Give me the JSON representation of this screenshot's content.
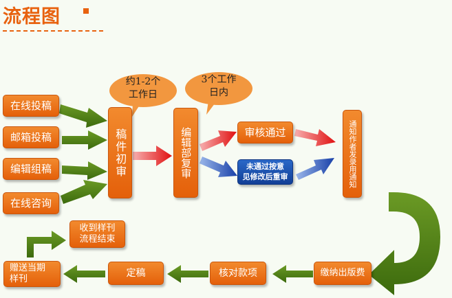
{
  "title": "流程图",
  "colors": {
    "orange": "#e8620f",
    "green_arrow": "#4a7a14",
    "red_arrow": "#e21b1b",
    "blue_arrow": "#1e4fb0"
  },
  "sources": [
    "在线投稿",
    "邮箱投稿",
    "编辑组稿",
    "在线咨询"
  ],
  "initial_review": "稿件初审",
  "bubble_1": "约1-2个\n工作日",
  "bubble_2": "3个工作\n日内",
  "re_review": "编辑部复审",
  "pass": "审核通过",
  "fail": "未通过按意\n见修改后重审",
  "notify": "通知作者发录用通知",
  "fee": "缴纳出版费",
  "check": "核对款项",
  "finalize": "定稿",
  "gift": "赠送当期\n样刊",
  "end": "收到样刊\n流程结束"
}
